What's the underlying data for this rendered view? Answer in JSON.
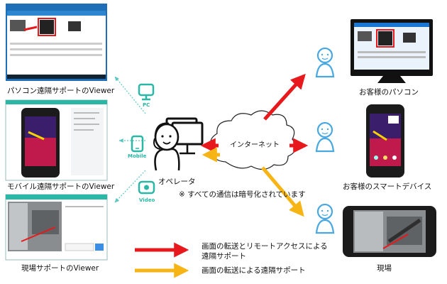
{
  "left": {
    "pc_viewer": "パソコン遠隔サポートのViewer",
    "mobile_viewer": "モバイル遠隔サポートのViewer",
    "field_viewer": "現場サポートのViewer"
  },
  "channels": {
    "pc": "PC",
    "mobile": "Mobile",
    "video": "Video"
  },
  "center": {
    "operator": "オペレータ",
    "internet": "インターネット",
    "encryption_note": "※ すべての通信は暗号化されています"
  },
  "right": {
    "customer_pc": "お客様のパソコン",
    "customer_smart": "お客様のスマートデバイス",
    "field": "現場"
  },
  "legend": {
    "red": "画面の転送とリモートアクセスによる遠隔サポート",
    "red_line1": "画面の転送とリモートアクセスによる",
    "red_line2": "遠隔サポート",
    "yellow": "画面の転送による遠隔サポート"
  },
  "colors": {
    "red": "#e8191c",
    "yellow": "#f6b514",
    "teal": "#2bb7a6",
    "userIcon": "#4aa8e0"
  }
}
